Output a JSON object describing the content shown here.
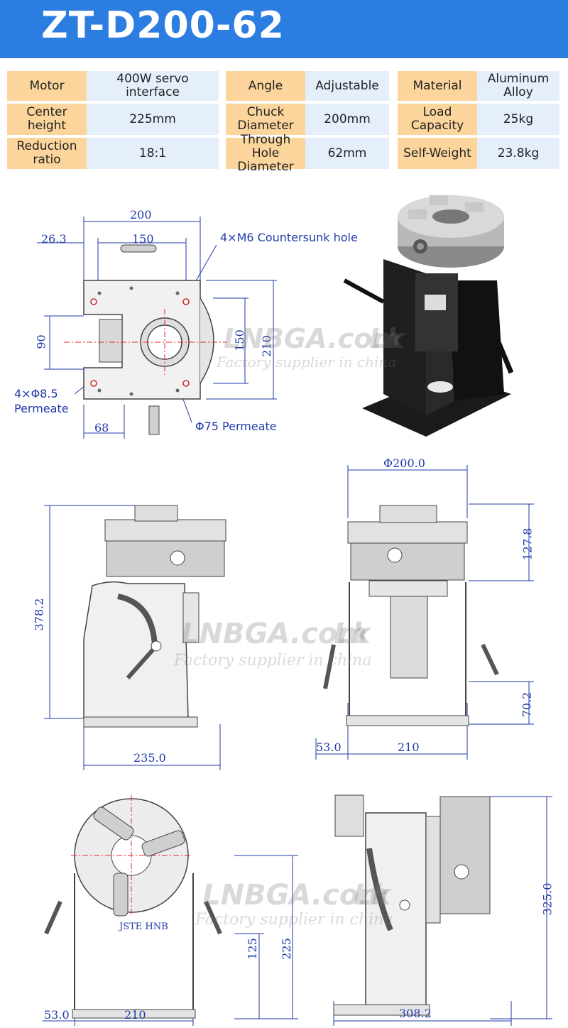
{
  "title": "ZT-D200-62",
  "specs": [
    {
      "label": "Motor",
      "value": "400W servo interface"
    },
    {
      "label": "Angle",
      "value": "Adjustable"
    },
    {
      "label": "Material",
      "value": "Aluminum Alloy"
    },
    {
      "label": "Center height",
      "value": "225mm"
    },
    {
      "label": "Chuck Diameter",
      "value": "200mm"
    },
    {
      "label": "Load Capacity",
      "value": "25kg"
    },
    {
      "label": "Reduction ratio",
      "value": "18:1"
    },
    {
      "label": "Through Hole Diameter",
      "value": "62mm"
    },
    {
      "label": "Self-Weight",
      "value": "23.8kg"
    }
  ],
  "top_view": {
    "dims": {
      "overall_width": "200",
      "bolt_spacing": "150",
      "offset": "26.3",
      "height_left": "90",
      "height_right": "150",
      "overall_height": "210",
      "bottom": "68"
    },
    "notes": {
      "countersunk": "4×M6 Countersunk hole",
      "holes": "4×Φ8.5",
      "permeate": "Permeate",
      "bore": "Φ75 Permeate"
    }
  },
  "front_view": {
    "height": "378.2",
    "width": "235.0"
  },
  "side_view": {
    "chuck_dia": "Φ200.0",
    "chuck_h": "127.8",
    "base_h": "70.2",
    "offset": "53.0",
    "width": "210"
  },
  "rear_view": {
    "offset": "53.0",
    "width": "210",
    "h_inner": "125",
    "h_center": "225"
  },
  "right_view": {
    "height": "325.0",
    "length": "308.2"
  },
  "nameplate": "JSTE HNB",
  "watermark": {
    "main": "LNBGA.com",
    "mark": "Lk",
    "sub": "Factory supplier in china"
  },
  "colors": {
    "header": "#2c7de0",
    "label_bg": "#fbd59b",
    "value_bg": "#e5effc",
    "dimension": "#1f3aa8"
  }
}
